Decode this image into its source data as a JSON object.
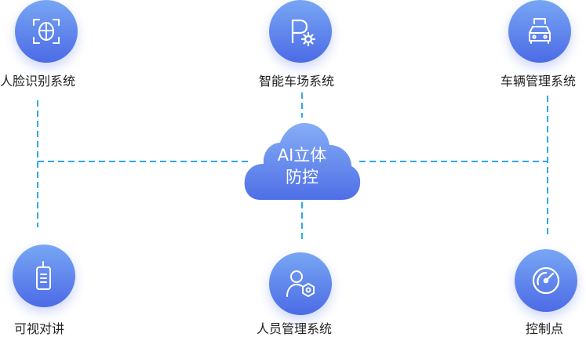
{
  "center": {
    "line1": "AI立体",
    "line2": "防控"
  },
  "nodes": {
    "face": {
      "label": "人脸识别系统",
      "icon": "face-scan-icon"
    },
    "parking": {
      "label": "智能车场系统",
      "icon": "parking-gear-icon"
    },
    "vehicle": {
      "label": "车辆管理系统",
      "icon": "car-icon"
    },
    "intercom": {
      "label": "可视对讲",
      "icon": "walkie-talkie-icon"
    },
    "personnel": {
      "label": "人员管理系统",
      "icon": "person-gear-icon"
    },
    "control": {
      "label": "控制点",
      "icon": "gauge-icon"
    }
  },
  "colors": {
    "connector": "#2FA8EE",
    "circle_top": "#78A6F4",
    "circle_bottom": "#4C6BE6",
    "icon": "#FFFFFF"
  }
}
